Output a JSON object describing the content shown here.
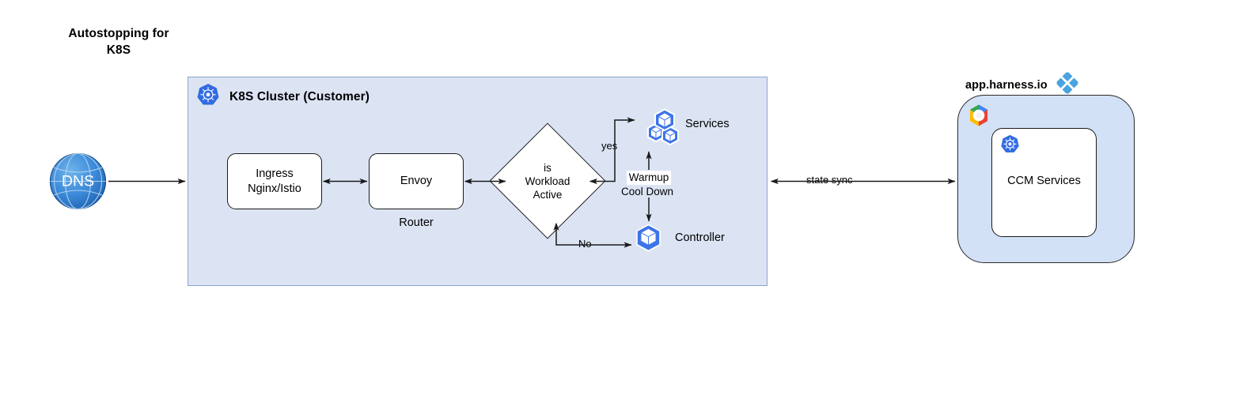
{
  "title": "Autostopping for\nK8S",
  "cluster": {
    "label": "K8S Cluster (Customer)",
    "icon": "kubernetes-icon",
    "nodes": {
      "dns": {
        "label": "DNS",
        "icon": "dns-globe-icon"
      },
      "ingress": {
        "label": "Ingress\nNginx/Istio"
      },
      "envoy": {
        "label": "Envoy",
        "sublabel": "Router"
      },
      "decision": {
        "label": "is\nWorkload\nActive"
      },
      "services": {
        "label": "Services",
        "icon": "kubernetes-pods-icon"
      },
      "controller": {
        "label": "Controller",
        "icon": "kubernetes-pod-icon"
      }
    },
    "edges": {
      "yes": "yes",
      "no": "No",
      "warmup": "Warmup",
      "cooldown": "Cool Down"
    }
  },
  "harness": {
    "title": "app.harness.io",
    "logo_icon": "harness-logo-icon",
    "cloud_icon": "google-cloud-icon",
    "ccm": {
      "label": "CCM Services",
      "icon": "kubernetes-icon"
    }
  },
  "link": {
    "state_sync": "state sync"
  },
  "colors": {
    "cluster_fill": "#dce4f4",
    "cluster_stroke": "#8ea4cc",
    "harness_fill": "#d3e1f6",
    "k8s_blue": "#326ce5",
    "harness_blue": "#4aa3df",
    "dns_blue": "#2f7fd1",
    "line": "#1a1a1a"
  }
}
